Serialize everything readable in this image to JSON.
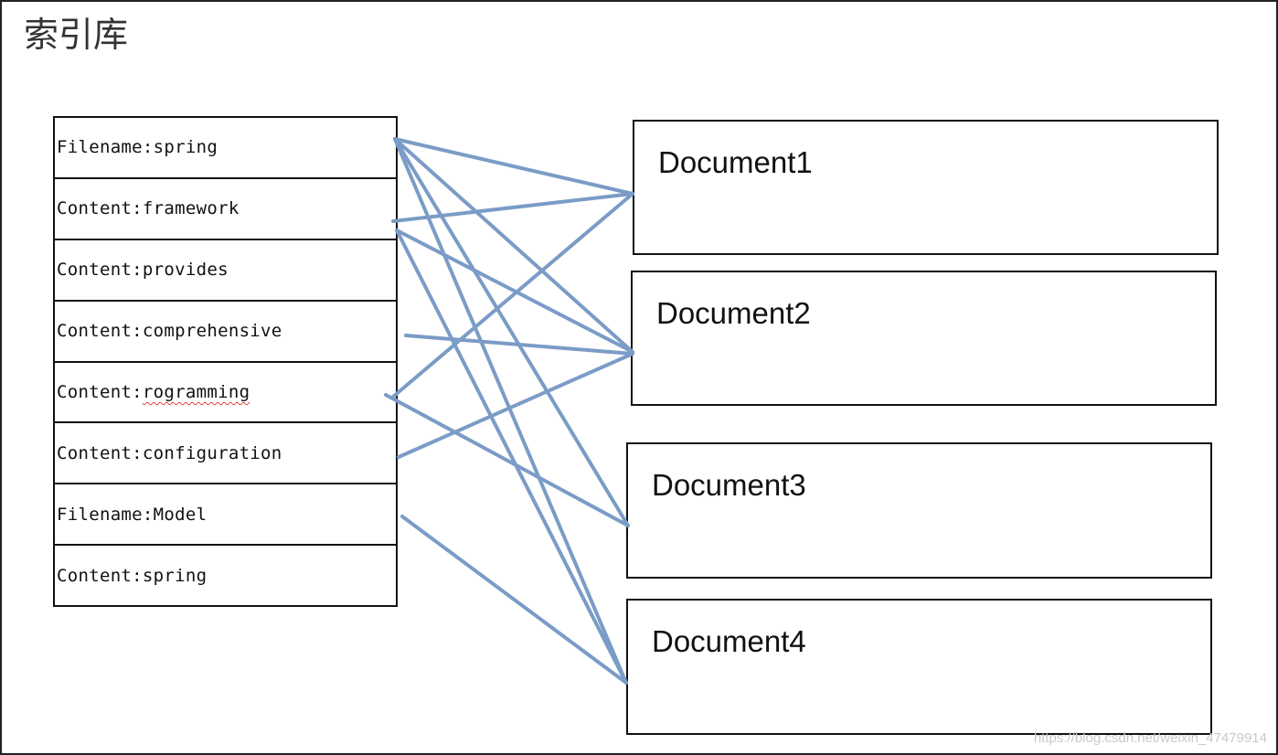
{
  "title": "索引库",
  "index_terms": [
    {
      "prefix": "Filename:",
      "term": "spring"
    },
    {
      "prefix": "Content:",
      "term": "framework"
    },
    {
      "prefix": "Content:",
      "term": "provides"
    },
    {
      "prefix": "Content:",
      "term": "comprehensive"
    },
    {
      "prefix": "Content:",
      "term": "rogramming"
    },
    {
      "prefix": "Content:",
      "term": "configuration"
    },
    {
      "prefix": "Filename:",
      "term": "Model"
    },
    {
      "prefix": "Content:",
      "term": "spring"
    }
  ],
  "documents": [
    {
      "label": "Document1"
    },
    {
      "label": "Document2"
    },
    {
      "label": "Document3"
    },
    {
      "label": "Document4"
    }
  ],
  "links": [
    {
      "from": "Filename:spring",
      "to": "Document1"
    },
    {
      "from": "Filename:spring",
      "to": "Document2"
    },
    {
      "from": "Filename:spring",
      "to": "Document3"
    },
    {
      "from": "Filename:spring",
      "to": "Document4"
    },
    {
      "from": "Content:framework",
      "to": "Document1"
    },
    {
      "from": "Content:framework",
      "to": "Document2"
    },
    {
      "from": "Content:framework",
      "to": "Document4"
    },
    {
      "from": "Content:comprehensive",
      "to": "Document2"
    },
    {
      "from": "Content:rogramming",
      "to": "Document1"
    },
    {
      "from": "Content:rogramming",
      "to": "Document3"
    },
    {
      "from": "Content:configuration",
      "to": "Document2"
    },
    {
      "from": "Filename:Model",
      "to": "Document4"
    }
  ],
  "line_color": "#7a9cc6",
  "misspelled_term": "rogramming",
  "watermark": "https://blog.csdn.net/weixin_47479914"
}
